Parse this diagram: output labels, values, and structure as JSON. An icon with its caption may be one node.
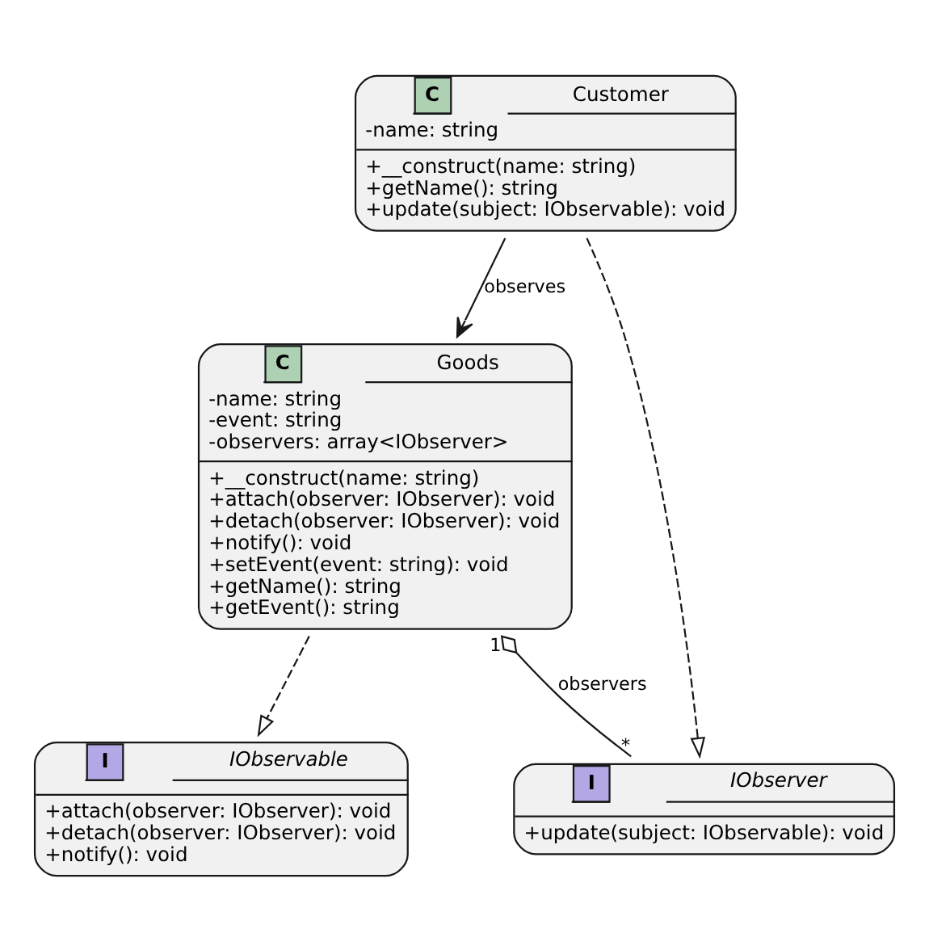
{
  "diagram": {
    "nodes": [
      {
        "text": [
          "C",
          "Customer",
          "-name: string",
          "+__construct(name: string)",
          "+getName(): string",
          "+update(subject: IObservable): void"
        ]
      },
      {
        "text": [
          "C",
          "Goods",
          "-name: string",
          "-event: string",
          "-observers: array<IObserver>",
          "+__construct(name: string)",
          "+attach(observer: IObserver): void",
          "+detach(observer: IObserver): void",
          "+notify(): void",
          "+setEvent(event: string): void",
          "+getName(): string",
          "+getEvent(): string"
        ]
      },
      {
        "text": [
          "I",
          "IObserver",
          "+update(subject: IObservable): void"
        ]
      },
      {
        "text": [
          "I",
          "IObservable",
          "+attach(observer: IObserver): void",
          "+detach(observer: IObserver): void",
          "+notify(): void"
        ]
      }
    ],
    "edges": [
      {
        "from": 0,
        "to": 1,
        "arrow": "to",
        "label": "observes"
      },
      {
        "from": 0,
        "to": 2,
        "arrow": "to",
        "style": "dashed"
      },
      {
        "from": 1,
        "to": 2,
        "arrow": "other",
        "label": "observers"
      },
      {
        "from": 1,
        "to": 3,
        "arrow": "to",
        "style": "dashed"
      }
    ],
    "labels": [
      "1",
      "*"
    ]
  }
}
